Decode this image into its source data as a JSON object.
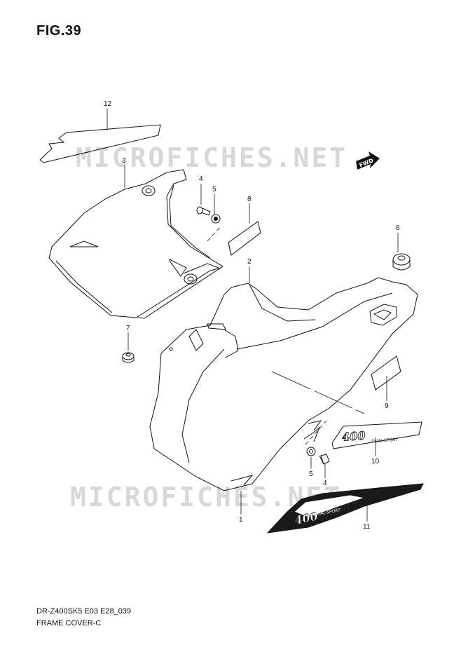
{
  "figure": {
    "title": "FIG.39",
    "model_code": "DR-Z400SK5 E03 E28_039",
    "name": "FRAME COVER-C"
  },
  "watermark": {
    "text": "MICROFICHES.NET"
  },
  "direction_arrow": {
    "label": "FWD"
  },
  "emblem": {
    "main": "400",
    "sub": "DUAL-SPORT"
  },
  "callouts": [
    {
      "id": "callout-1",
      "label": "1"
    },
    {
      "id": "callout-2",
      "label": "2"
    },
    {
      "id": "callout-3",
      "label": "3"
    },
    {
      "id": "callout-4a",
      "label": "4"
    },
    {
      "id": "callout-5a",
      "label": "5"
    },
    {
      "id": "callout-6",
      "label": "6"
    },
    {
      "id": "callout-7",
      "label": "7"
    },
    {
      "id": "callout-8",
      "label": "8"
    },
    {
      "id": "callout-9",
      "label": "9"
    },
    {
      "id": "callout-10",
      "label": "10"
    },
    {
      "id": "callout-11",
      "label": "11"
    },
    {
      "id": "callout-12",
      "label": "12"
    },
    {
      "id": "callout-5b",
      "label": "5"
    },
    {
      "id": "callout-4b",
      "label": "4"
    }
  ]
}
